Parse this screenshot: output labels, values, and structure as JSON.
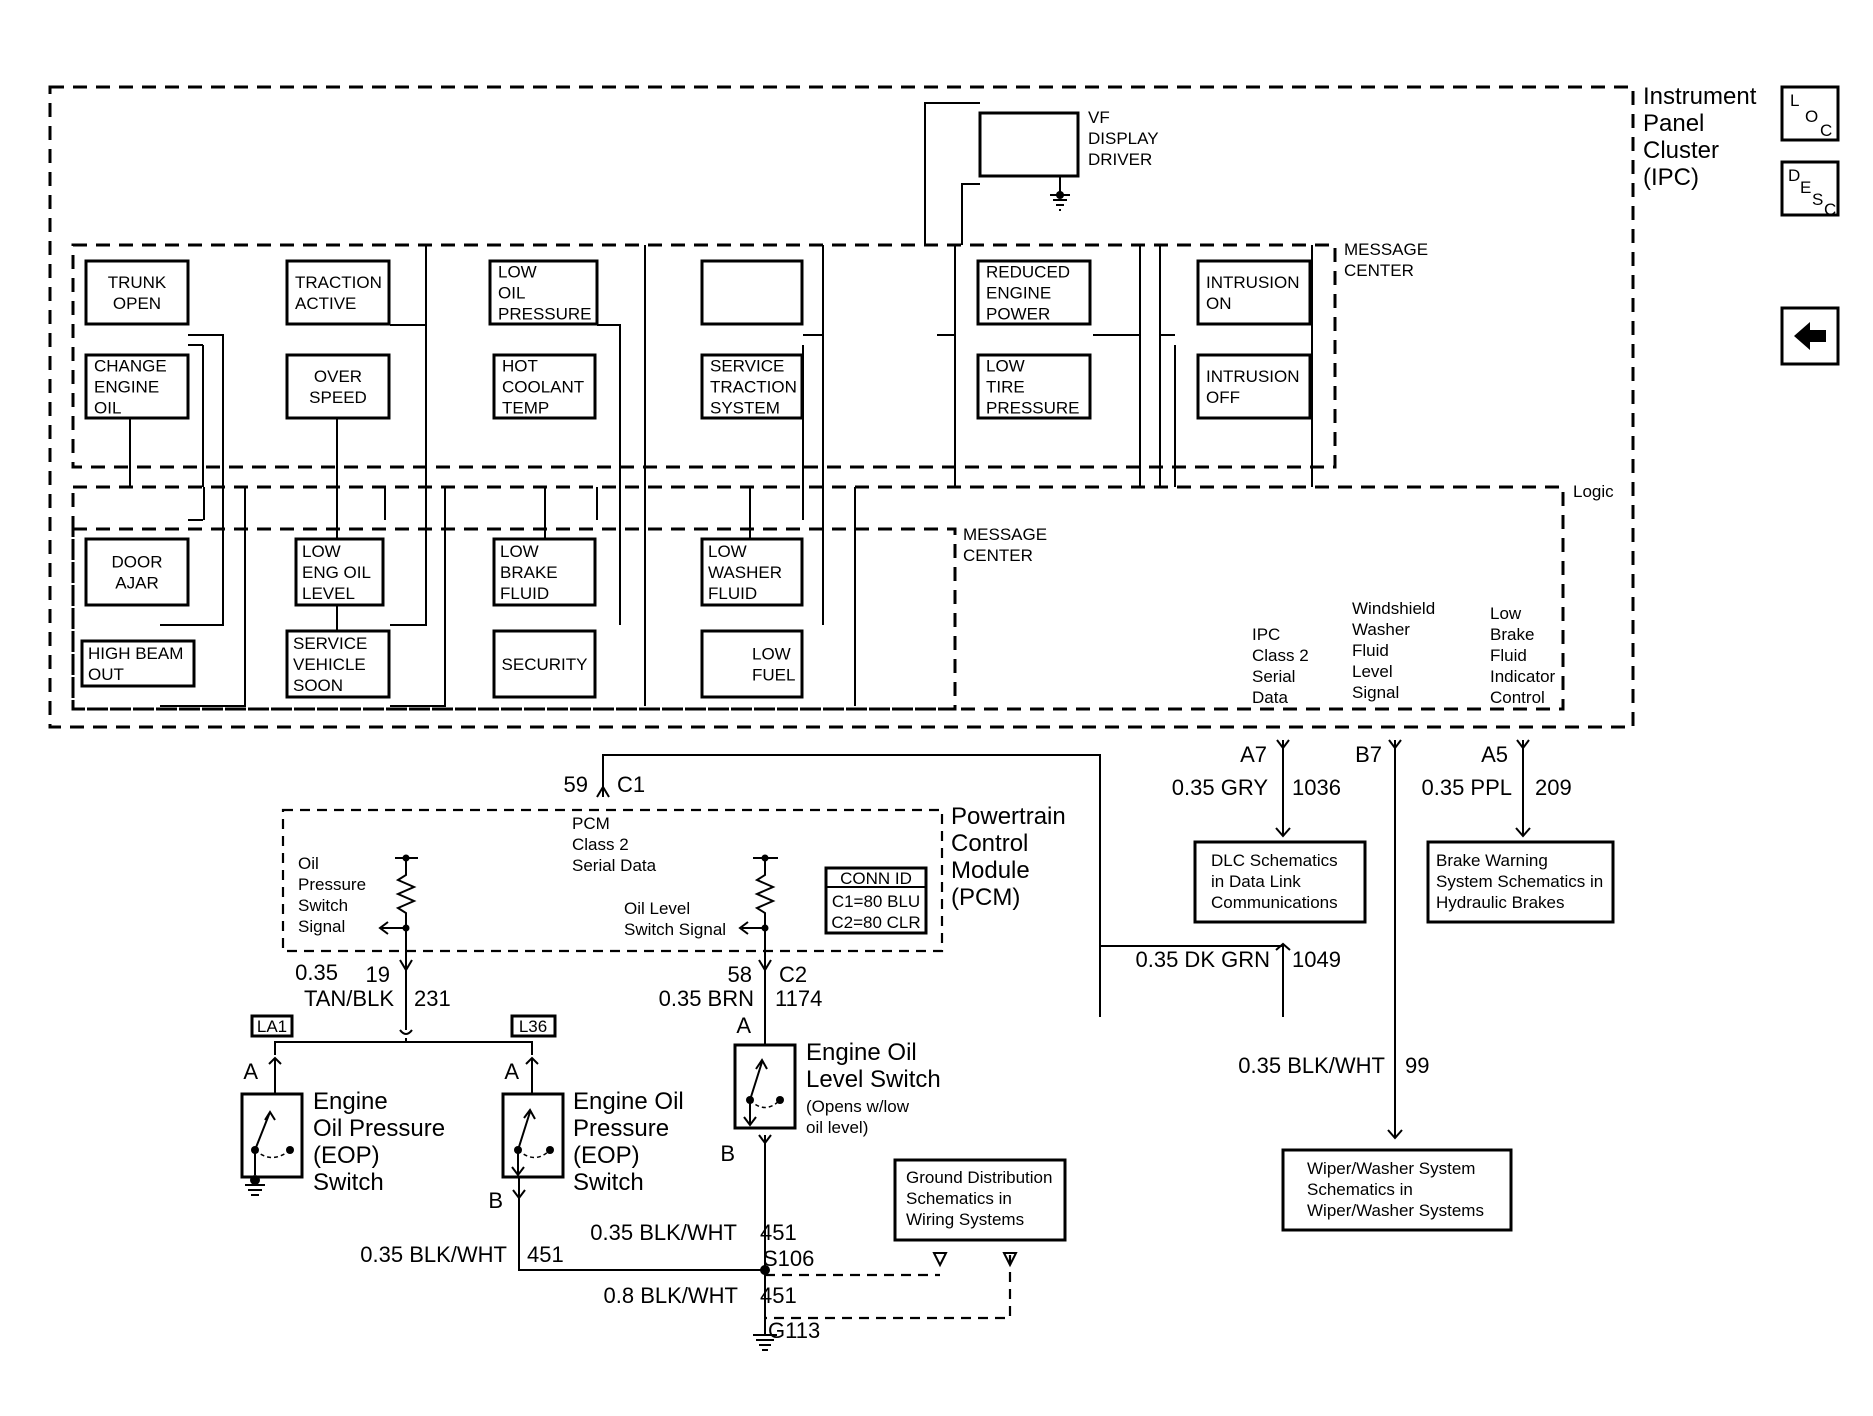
{
  "ipc": {
    "title": [
      "Instrument",
      "Panel",
      "Cluster",
      "(IPC)"
    ]
  },
  "nav": {
    "loc": [
      "L",
      "O",
      "C"
    ],
    "desc": [
      "D",
      "E",
      "S",
      "C"
    ],
    "back_icon": "left-arrow-icon"
  },
  "vf_display": [
    "VF",
    "DISPLAY",
    "DRIVER"
  ],
  "message_center_label": [
    "MESSAGE",
    "CENTER"
  ],
  "logic_label": "Logic",
  "messages_upper": [
    [
      "TRUNK",
      "OPEN"
    ],
    [
      "TRACTION",
      "ACTIVE"
    ],
    [
      "LOW",
      "OIL",
      "PRESSURE"
    ],
    [],
    [
      "REDUCED",
      "ENGINE",
      "POWER"
    ],
    [
      "INTRUSION",
      "ON"
    ],
    [
      "CHANGE",
      "ENGINE",
      "OIL"
    ],
    [
      "OVER",
      "SPEED"
    ],
    [
      "HOT",
      "COOLANT",
      "TEMP"
    ],
    [
      "SERVICE",
      "TRACTION",
      "SYSTEM"
    ],
    [
      "LOW",
      "TIRE",
      "PRESSURE"
    ],
    [
      "INTRUSION",
      "OFF"
    ]
  ],
  "messages_lower": [
    [
      "DOOR",
      "AJAR"
    ],
    [
      "LOW",
      "ENG OIL",
      "LEVEL"
    ],
    [
      "LOW",
      "BRAKE",
      "FLUID"
    ],
    [
      "LOW",
      "WASHER",
      "FLUID"
    ],
    [
      "HIGH BEAM",
      "OUT"
    ],
    [
      "SERVICE",
      "VEHICLE",
      "SOON"
    ],
    [
      "SECURITY"
    ],
    [
      "LOW",
      "FUEL"
    ]
  ],
  "ipc_signals": [
    [
      "IPC",
      "Class 2",
      "Serial",
      "Data"
    ],
    [
      "Windshield",
      "Washer",
      "Fluid",
      "Level",
      "Signal"
    ],
    [
      "Low",
      "Brake",
      "Fluid",
      "Indicator",
      "Control"
    ]
  ],
  "wires": {
    "a7": {
      "pin": "A7",
      "color": "0.35 GRY",
      "circuit": "1036"
    },
    "b7": {
      "pin": "B7",
      "color": "0.35 BLK/WHT",
      "circuit": "99"
    },
    "a5": {
      "pin": "A5",
      "color": "0.35 PPL",
      "circuit": "209"
    },
    "dkgrn": {
      "color": "0.35 DK GRN",
      "circuit": "1049"
    },
    "c1": {
      "pin": "59",
      "conn": "C1"
    },
    "pin19": {
      "size": "0.35",
      "pin": "19",
      "color": "TAN/BLK",
      "circuit": "231"
    },
    "pin58": {
      "pin": "58",
      "conn": "C2",
      "color": "0.35 BRN",
      "circuit": "1174"
    },
    "gnd_left": {
      "color": "0.35 BLK/WHT",
      "circuit": "451"
    },
    "gnd_mid": {
      "color": "0.35 BLK/WHT",
      "circuit": "451"
    },
    "gnd_main": {
      "color": "0.8 BLK/WHT",
      "circuit": "451"
    }
  },
  "ref_boxes": {
    "dlc": [
      "DLC Schematics",
      "in Data Link",
      "Communications"
    ],
    "brake": [
      "Brake Warning",
      "System Schematics in",
      "Hydraulic Brakes"
    ],
    "wiper": [
      "Wiper/Washer System",
      "Schematics in",
      "Wiper/Washer Systems"
    ],
    "ground": [
      "Ground Distribution",
      "Schematics in",
      "Wiring Systems"
    ]
  },
  "pcm": {
    "title": [
      "Powertrain",
      "Control",
      "Module",
      "(PCM)"
    ],
    "class2": [
      "PCM",
      "Class 2",
      "Serial Data"
    ],
    "oil_pressure_signal": [
      "Oil",
      "Pressure",
      "Switch",
      "Signal"
    ],
    "oil_level_signal": [
      "Oil Level",
      "Switch Signal"
    ],
    "conn_id": [
      "CONN ID",
      "C1=80 BLU",
      "C2=80 CLR"
    ]
  },
  "options": {
    "la1": "LA1",
    "l36": "L36"
  },
  "switches": {
    "eop_left": [
      "Engine",
      "Oil Pressure",
      "(EOP)",
      "Switch"
    ],
    "eop_right": [
      "Engine Oil",
      "Pressure",
      "(EOP)",
      "Switch"
    ],
    "level_title": [
      "Engine Oil",
      "Level Switch"
    ],
    "level_note": [
      "(Opens w/low",
      "oil level)"
    ]
  },
  "terminals": {
    "a": "A",
    "b": "B"
  },
  "splice": "S106",
  "ground": "G113"
}
